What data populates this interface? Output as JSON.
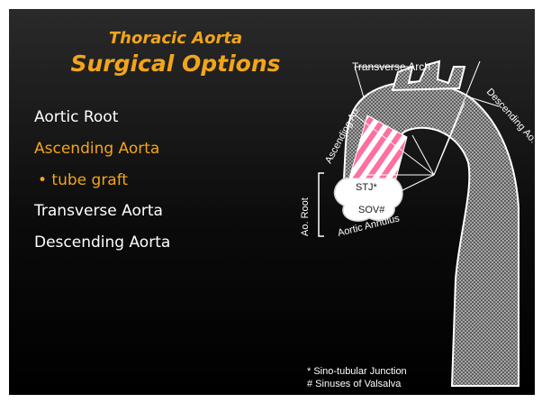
{
  "slide": {
    "title_line1": "Thoracic Aorta",
    "title_line2": "Surgical Options",
    "menu": [
      {
        "label": "Aortic Root"
      },
      {
        "label": "Ascending Aorta"
      },
      {
        "label": "• tube graft"
      },
      {
        "label": "Transverse Aorta"
      },
      {
        "label": "Descending Aorta"
      }
    ]
  },
  "diagram": {
    "labels": {
      "transverse_arch": "Transverse Arch",
      "ascending": "Ascending Ao.",
      "descending": "Descending Ao.",
      "ao_root": "Ao. Root",
      "stj": "STJ*",
      "sov": "SOV#",
      "aortic_annulus": "Aortic Annulus"
    },
    "footnotes": [
      "* Sino-tubular Junction",
      "# Sinuses of Valsalva"
    ]
  },
  "colors": {
    "title": "#f2a51a",
    "menu_active": "#f2a51a",
    "menu_default": "#ffffff",
    "graft_stripe": "#ff6fa0",
    "aorta_fill": "#8a8a8a"
  }
}
